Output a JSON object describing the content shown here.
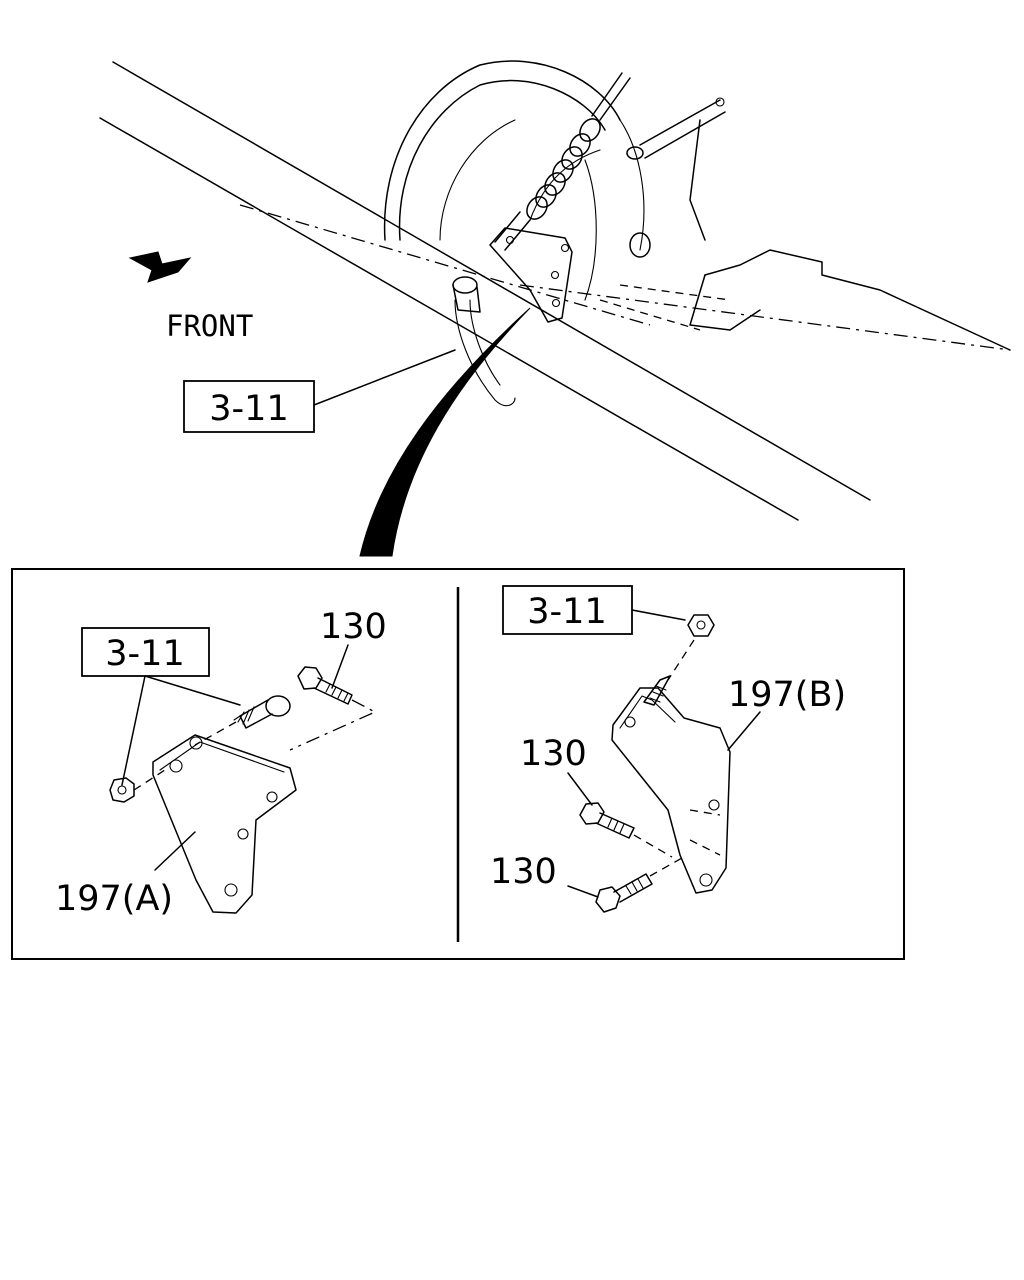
{
  "overview": {
    "front_label": "FRONT",
    "ref_label": "3-11"
  },
  "detail_a": {
    "ref_label": "3-11",
    "bolt_label": "130",
    "bracket_label": "197(A)"
  },
  "detail_b": {
    "ref_label": "3-11",
    "bracket_label": "197(B)",
    "bolt_upper_label": "130",
    "bolt_lower_label": "130"
  }
}
